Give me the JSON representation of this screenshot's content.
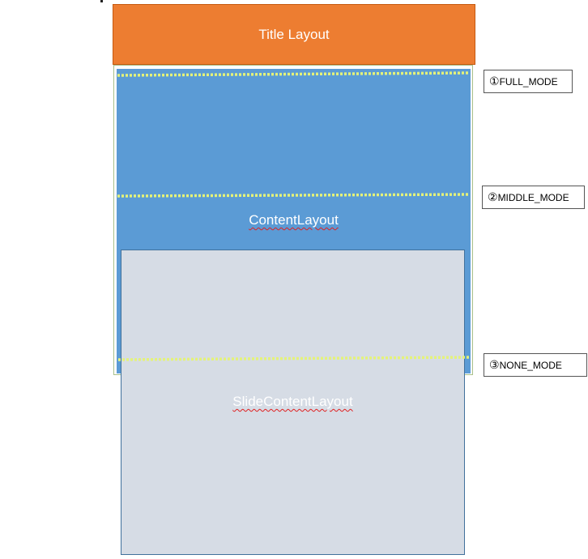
{
  "title_layout": {
    "label": "Title Layout",
    "color": "#ED7D31"
  },
  "content_layout": {
    "label": "ContentLayout",
    "color": "#5B9BD5"
  },
  "slide_content_layout": {
    "label": "SlideContentLayout",
    "color": "#D6DCE5"
  },
  "modes": [
    {
      "number": "①",
      "label": "FULL_MODE"
    },
    {
      "number": "②",
      "label": "MIDDLE_MODE"
    },
    {
      "number": "③",
      "label": "NONE_MODE"
    }
  ],
  "mode_line_color": "#E4F27A"
}
